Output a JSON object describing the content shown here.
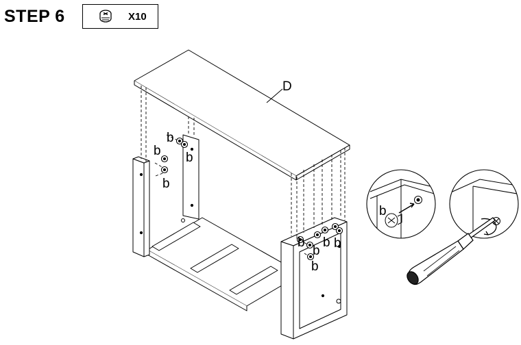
{
  "header": {
    "step_label": "STEP 6",
    "part_icon": "cam-lock-icon",
    "part_quantity": "X10"
  },
  "diagram": {
    "top_panel_label": "D",
    "part_label": "b",
    "detail_1_icon": "cam-lock-insert-icon",
    "detail_2_icon": "screwdriver-icon"
  }
}
